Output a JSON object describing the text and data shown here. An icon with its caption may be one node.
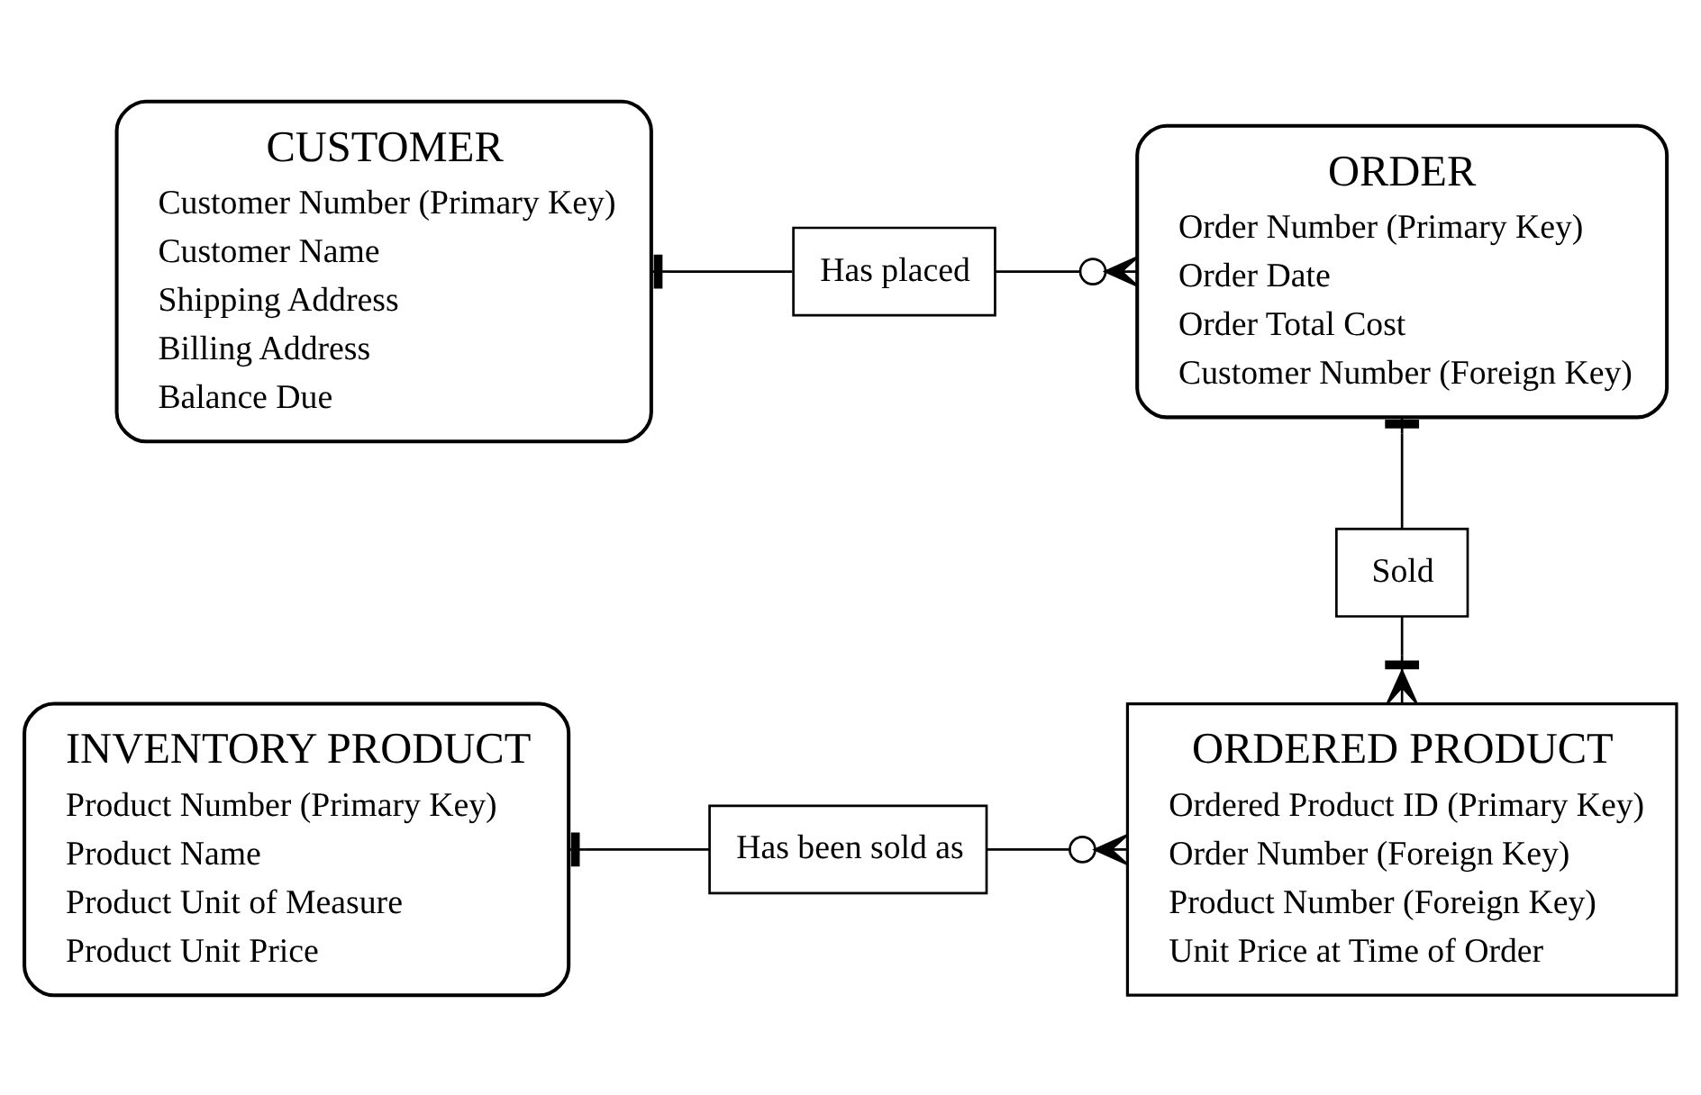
{
  "diagram": {
    "nodes": [
      {
        "text": [
          "CUSTOMER",
          "Customer Number (Primary Key)",
          "Customer Name",
          "Shipping Address",
          "Billing Address",
          "Balance Due"
        ]
      },
      {
        "text": [
          "Has placed"
        ]
      },
      {
        "text": [
          "ORDER",
          "Order Number (Primary Key)",
          "Order Date",
          "Order Total Cost",
          "Customer Number (Foreign Key)"
        ]
      },
      {
        "text": [
          "Sold"
        ]
      },
      {
        "text": [
          "INVENTORY PRODUCT",
          "Product Number (Primary Key)",
          "Product Name",
          "Product Unit of Measure",
          "Product Unit Price"
        ]
      },
      {
        "text": [
          "Has been sold as"
        ]
      },
      {
        "text": [
          "ORDERED PRODUCT",
          "Ordered Product ID (Primary Key)",
          "Order Number (Foreign Key)",
          "Product Number (Foreign Key)",
          "Unit Price at Time of Order"
        ]
      }
    ],
    "edges": [
      {
        "from": 0,
        "to": 1,
        "arrow": "other"
      },
      {
        "from": 1,
        "to": 2,
        "arrow": "other"
      },
      {
        "from": 2,
        "to": 3,
        "arrow": "other"
      },
      {
        "from": 3,
        "to": 6,
        "arrow": "other"
      },
      {
        "from": 4,
        "to": 5,
        "arrow": "other"
      },
      {
        "from": 5,
        "to": 6,
        "arrow": "other"
      }
    ]
  }
}
